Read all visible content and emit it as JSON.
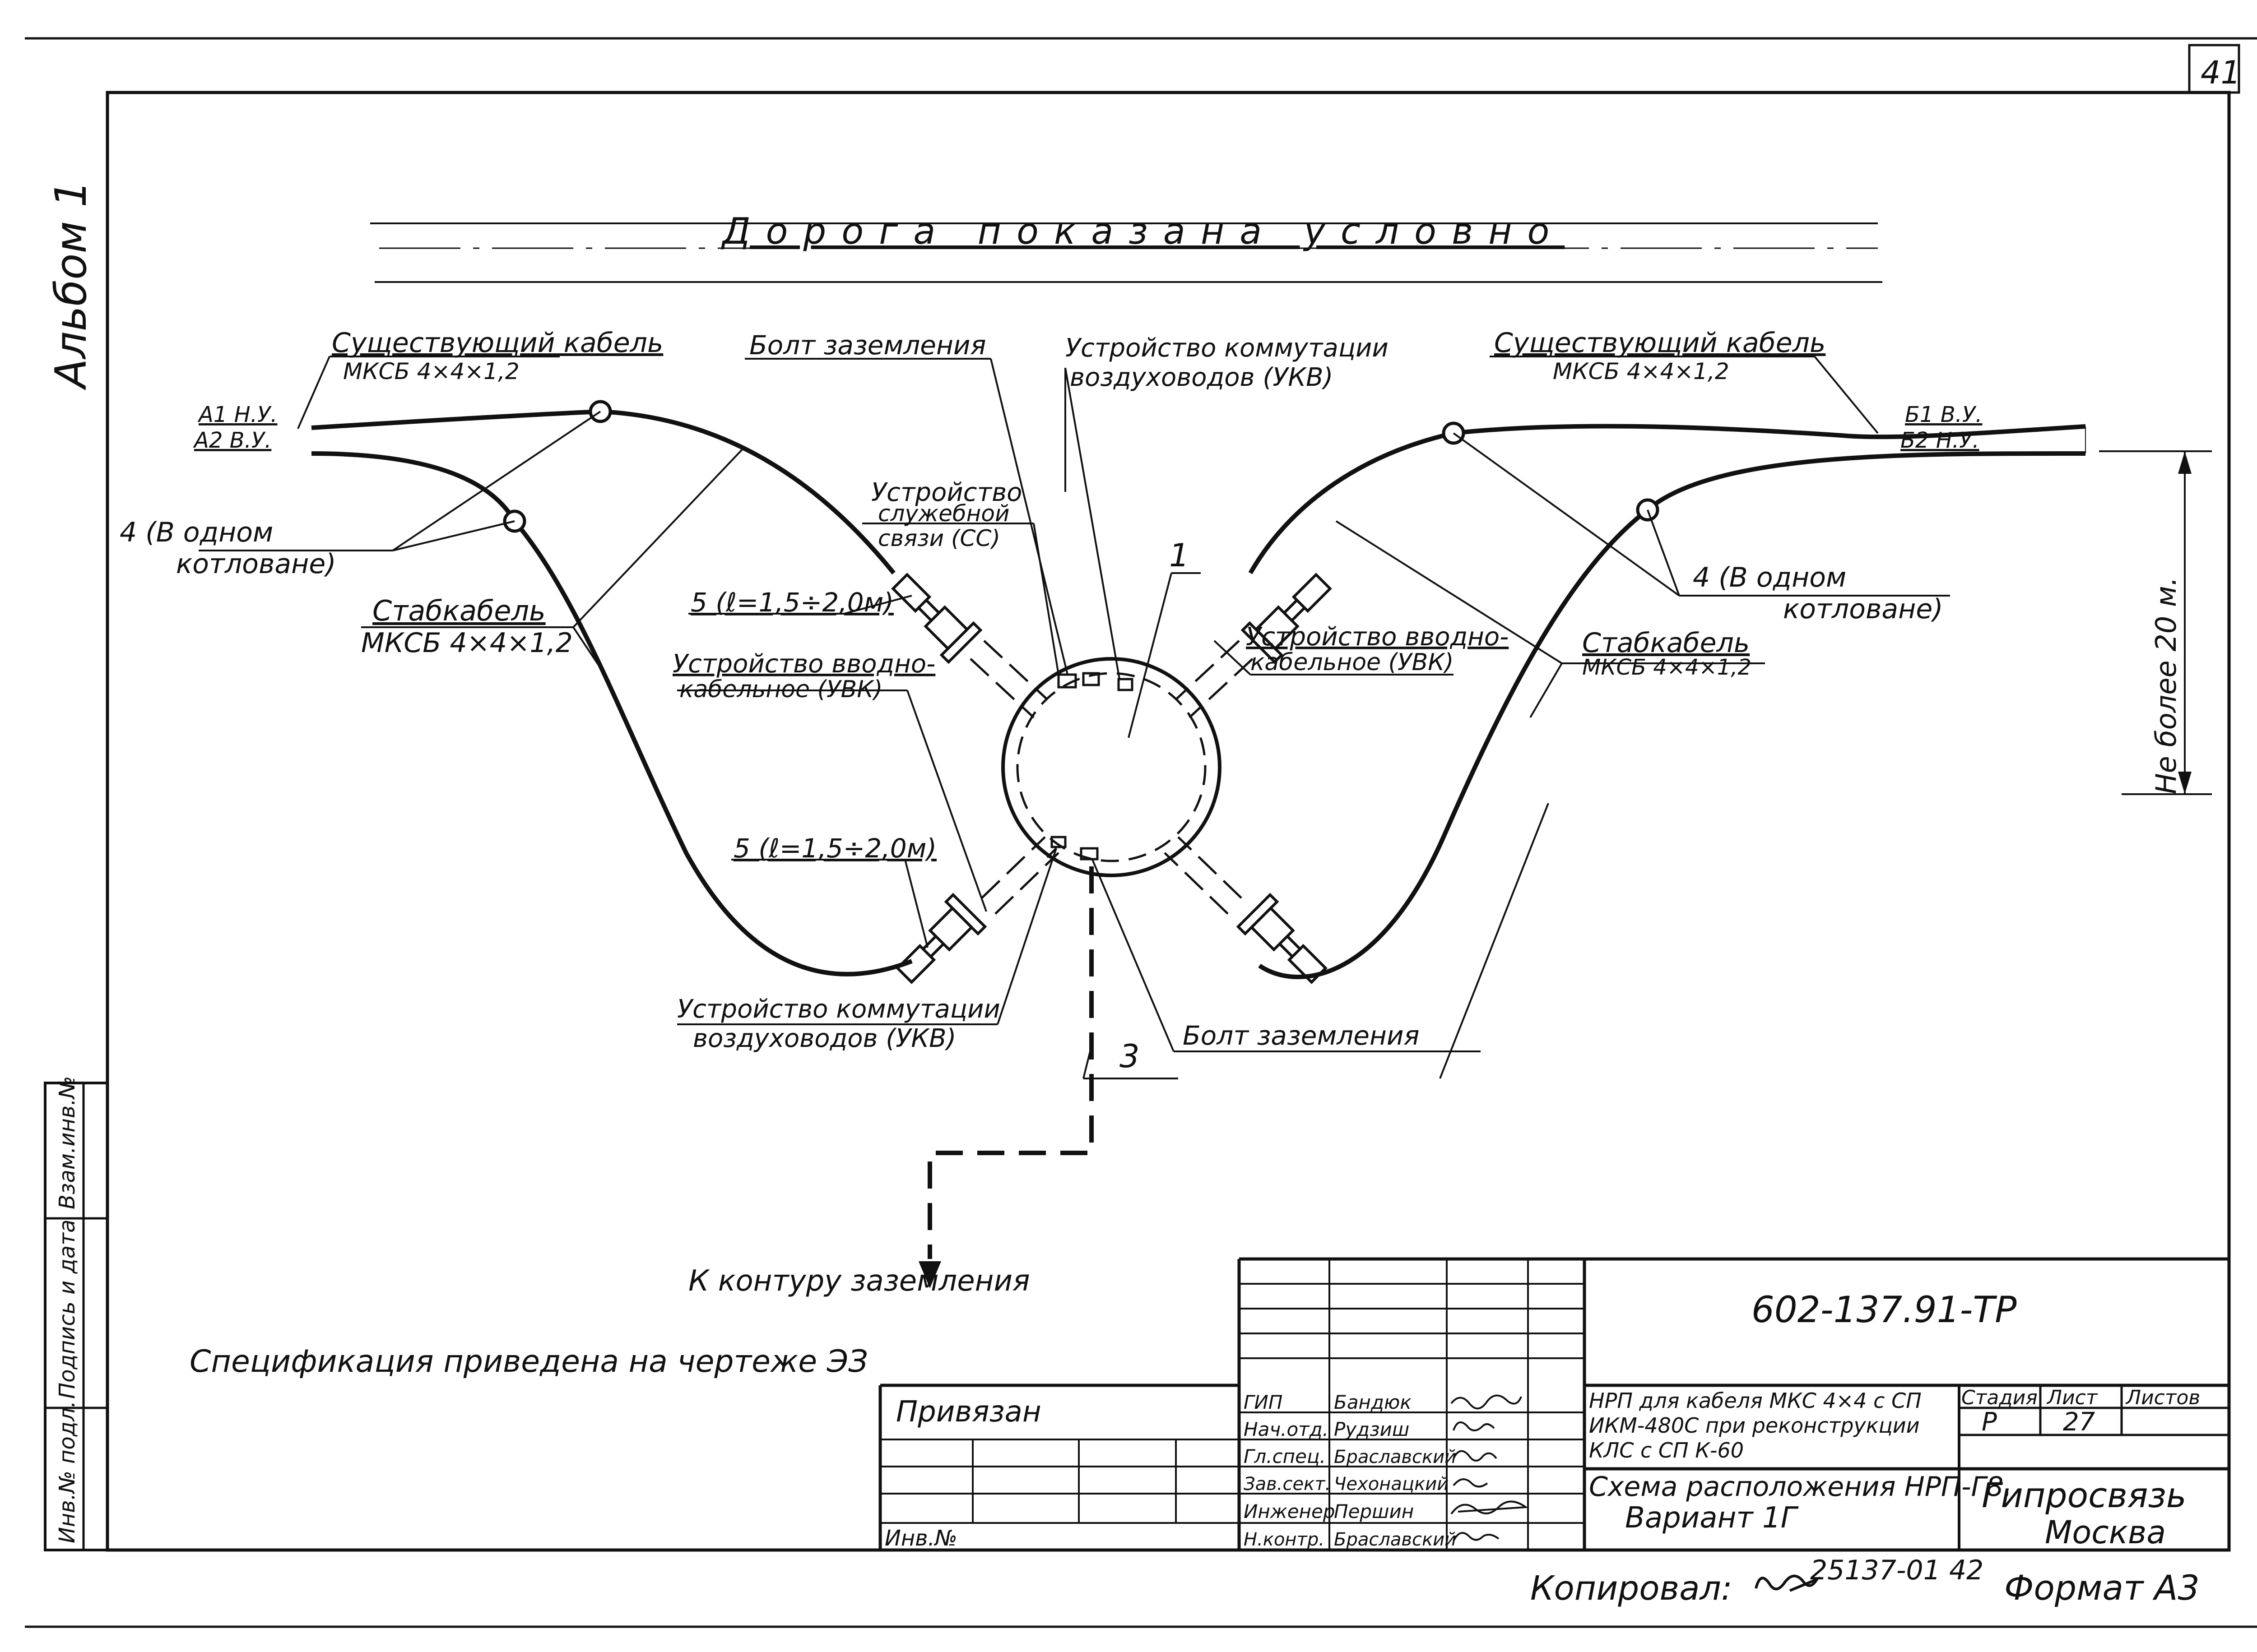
{
  "sheet": {
    "page_number": "41",
    "album": "Альбом 1",
    "sheet_format": "Формат А3",
    "copied_by": "Копировал:",
    "archive_number": "25137-01 42"
  },
  "drawing": {
    "road_note": "Дорога показана условно",
    "spec_note": "Спецификация приведена на чертеже ЭЗ",
    "existing_cable_label": "Существующий кабель",
    "existing_cable_type": "МКСБ 4×4×1,2",
    "existing_cable_type_right": "МКСБ 4×4×1,2",
    "wire_a1": "А1 Н.У.",
    "wire_a2": "А2 В.У.",
    "wire_b1": "Б1 В.У.",
    "wire_b2": "Б2 Н.У.",
    "four_left": "4 (В одном",
    "four_left_2": "котловане)",
    "four_right": "4 (В одном",
    "four_right_2": "котловане)",
    "stub_cable_left": "Стабкабель",
    "stub_cable_left_type": "МКСБ 4×4×1,2",
    "stub_cable_right": "Стабкабель",
    "stub_cable_right_type": "МКСБ 4×4×1,2",
    "ground_bolt_top": "Болт заземления",
    "ground_bolt_bottom": "Болт заземления",
    "ukv_top_1": "Устройство коммутации",
    "ukv_top_2": "воздуховодов (УКВ)",
    "ukv_bottom_1": "Устройство коммутации",
    "ukv_bottom_2": "воздуховодов (УКВ)",
    "uss_1": "Устройство",
    "uss_2": "служебной",
    "uss_3": "связи (СС)",
    "five_top": "5 (ℓ=1,5÷2,0м)",
    "five_bottom": "5 (ℓ=1,5÷2,0м)",
    "uvk_left_1": "Устройство вводно-",
    "uvk_left_2": "кабельное (УВК)",
    "uvk_right_1": "Устройство вводно-",
    "uvk_right_2": "кабельное (УВК)",
    "pos_1": "1",
    "pos_3": "3",
    "ground_contour": "К контуру заземления",
    "distance_note": "Не более 20 м."
  },
  "side_stamp": {
    "inv_podl": "Инв.№ подл.",
    "sign_date": "Подпись и дата",
    "vzam_inv": "Взам.инв.№"
  },
  "title_block": {
    "document_code": "602-137.91-ТР",
    "privyazan": "Привязан",
    "inv_no": "Инв.№",
    "description": [
      "НРП для кабеля МКС 4×4 с СП",
      "ИКМ-480С при реконструкции",
      "КЛС с СП К-60"
    ],
    "sheet_title": [
      "Схема расположения НРП-Г8.",
      "Вариант 1Г"
    ],
    "stage_label": "Стадия",
    "sheet_label": "Лист",
    "sheets_label": "Листов",
    "stage_value": "Р",
    "sheet_value": "27",
    "sheets_value": "",
    "org": [
      "Гипросвязь",
      "Москва"
    ],
    "signatures": [
      {
        "role": "ГИП",
        "name": "Бандюк"
      },
      {
        "role": "Нач.отд.",
        "name": "Рудзиш"
      },
      {
        "role": "Гл.спец.",
        "name": "Браславский"
      },
      {
        "role": "Зав.сект.",
        "name": "Чехонацкий"
      },
      {
        "role": "Инженер",
        "name": "Першин"
      },
      {
        "role": "Н.контр.",
        "name": "Браславский"
      }
    ]
  }
}
